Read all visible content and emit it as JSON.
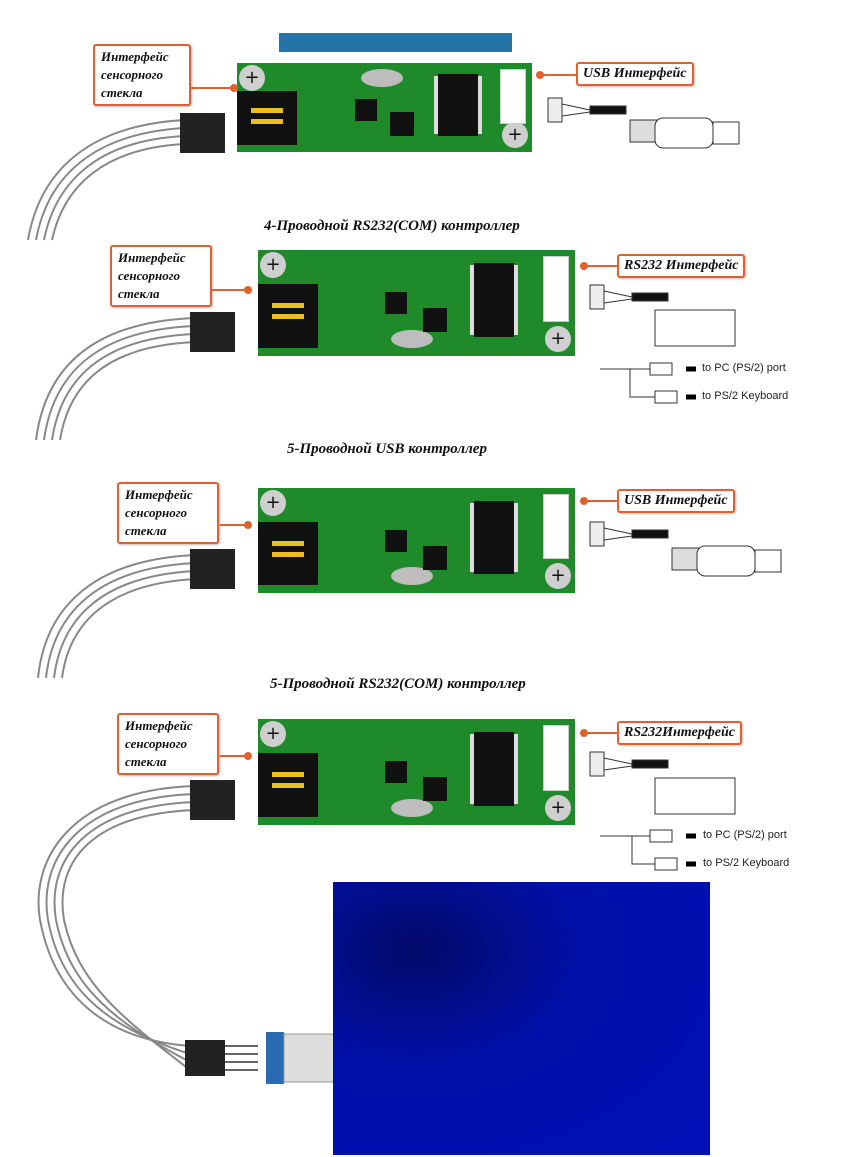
{
  "left_label": "Интерфейс сенсорного стекла",
  "sections": [
    {
      "title": "",
      "right_label": "USB Интерфейс",
      "type": "usb"
    },
    {
      "title": "4-Проводной RS232(COM) контроллер",
      "right_label": "RS232 Интерфейс",
      "type": "rs232"
    },
    {
      "title": "5-Проводной USB контроллер",
      "right_label": "USB Интерфейс",
      "type": "usb"
    },
    {
      "title": "5-Проводной RS232(COM) контроллер",
      "right_label": "RS232Интерфейс",
      "type": "rs232"
    }
  ],
  "ps2": {
    "pc_port": "to PC (PS/2) port",
    "keyboard": "to PS/2 Keyboard"
  },
  "colors": {
    "accent": "#e06030",
    "pcb": "#1f8a2a",
    "panel": "#0010b0",
    "header_bar": "#2474a8"
  }
}
